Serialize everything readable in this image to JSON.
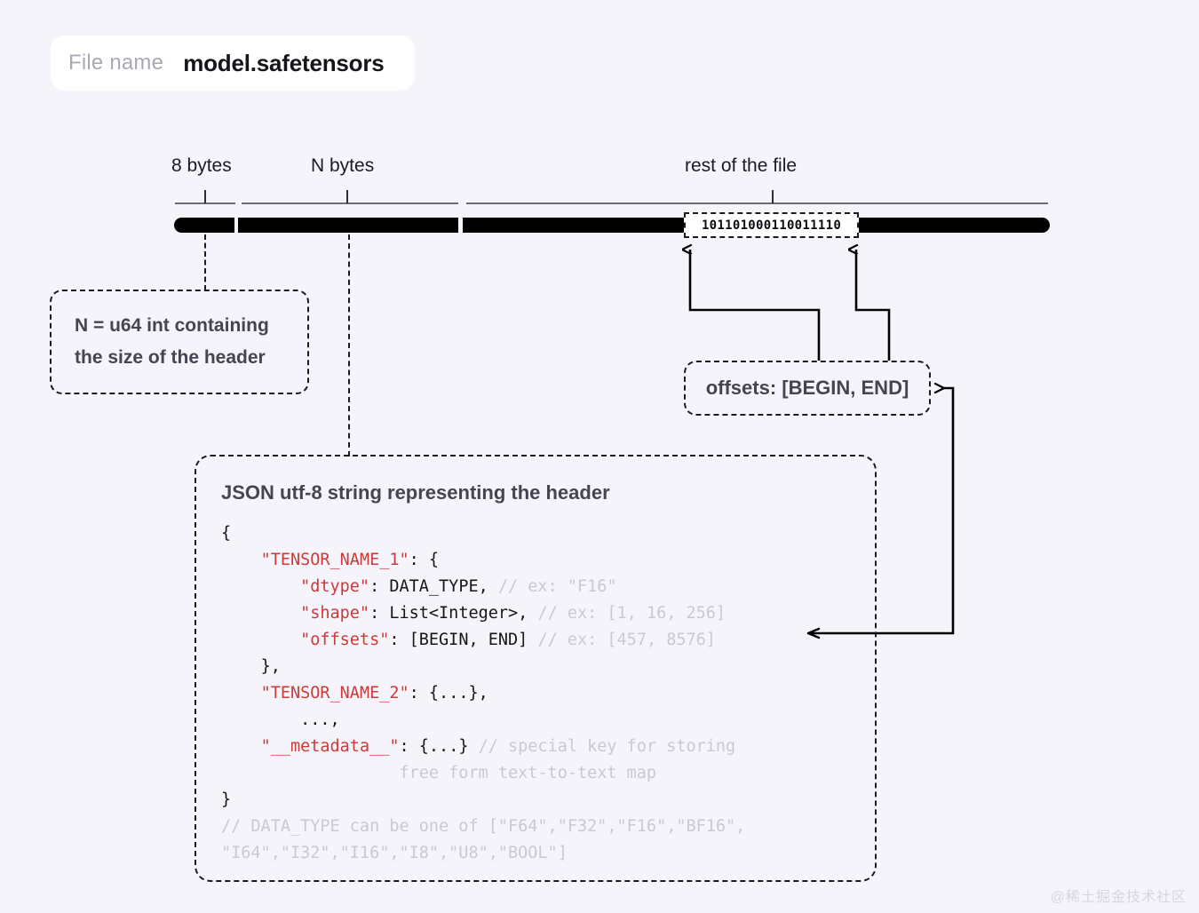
{
  "file_pill": {
    "label": "File name",
    "value": "model.safetensors"
  },
  "ruler": {
    "segments": [
      {
        "label": "8 bytes"
      },
      {
        "label": "N bytes"
      },
      {
        "label": "rest of the file"
      }
    ],
    "binary_snippet": "101101000110011110"
  },
  "callouts": {
    "n_header": {
      "line1": "N = u64 int containing",
      "line2": "the size of the header"
    },
    "offsets": {
      "text": "offsets: [BEGIN, END]"
    }
  },
  "json_panel": {
    "title": "JSON utf-8 string representing the header",
    "code_lines": [
      {
        "indent": 0,
        "parts": [
          {
            "t": "plain",
            "s": "{"
          }
        ]
      },
      {
        "indent": 1,
        "parts": [
          {
            "t": "key",
            "s": "\"TENSOR_NAME_1\""
          },
          {
            "t": "plain",
            "s": ": {"
          }
        ]
      },
      {
        "indent": 2,
        "parts": [
          {
            "t": "key",
            "s": "\"dtype\""
          },
          {
            "t": "plain",
            "s": ": DATA_TYPE, "
          },
          {
            "t": "comment",
            "s": "// ex: \"F16\""
          }
        ]
      },
      {
        "indent": 2,
        "parts": [
          {
            "t": "key",
            "s": "\"shape\""
          },
          {
            "t": "plain",
            "s": ": List<Integer>, "
          },
          {
            "t": "comment",
            "s": "// ex: [1, 16, 256]"
          }
        ]
      },
      {
        "indent": 2,
        "parts": [
          {
            "t": "key",
            "s": "\"offsets\""
          },
          {
            "t": "plain",
            "s": ": [BEGIN, END] "
          },
          {
            "t": "comment",
            "s": "// ex: [457, 8576]"
          }
        ]
      },
      {
        "indent": 1,
        "parts": [
          {
            "t": "plain",
            "s": "},"
          }
        ]
      },
      {
        "indent": 1,
        "parts": [
          {
            "t": "key",
            "s": "\"TENSOR_NAME_2\""
          },
          {
            "t": "plain",
            "s": ": {...},"
          }
        ]
      },
      {
        "indent": 2,
        "parts": [
          {
            "t": "plain",
            "s": "...,"
          }
        ]
      },
      {
        "indent": 1,
        "parts": [
          {
            "t": "key",
            "s": "\"__metadata__\""
          },
          {
            "t": "plain",
            "s": ": {...} "
          },
          {
            "t": "comment",
            "s": "// special key for storing"
          }
        ]
      },
      {
        "indent": 6,
        "parts": [
          {
            "t": "comment",
            "s": "      free form text-to-text map"
          }
        ]
      },
      {
        "indent": 0,
        "parts": [
          {
            "t": "plain",
            "s": "}"
          }
        ]
      },
      {
        "indent": 0,
        "parts": [
          {
            "t": "comment",
            "s": "// DATA_TYPE can be one of [\"F64\",\"F32\",\"F16\",\"BF16\","
          }
        ]
      },
      {
        "indent": 0,
        "parts": [
          {
            "t": "comment",
            "s": "\"I64\",\"I32\",\"I16\",\"I8\",\"U8\",\"BOOL\"]"
          }
        ]
      }
    ]
  },
  "watermark": "@稀土掘金技术社区",
  "colors": {
    "background": "#f5f4fb",
    "bar": "#000000",
    "key_red": "#cc3a3a",
    "comment_grey": "#c9c9d2",
    "text_dark": "#454552"
  }
}
